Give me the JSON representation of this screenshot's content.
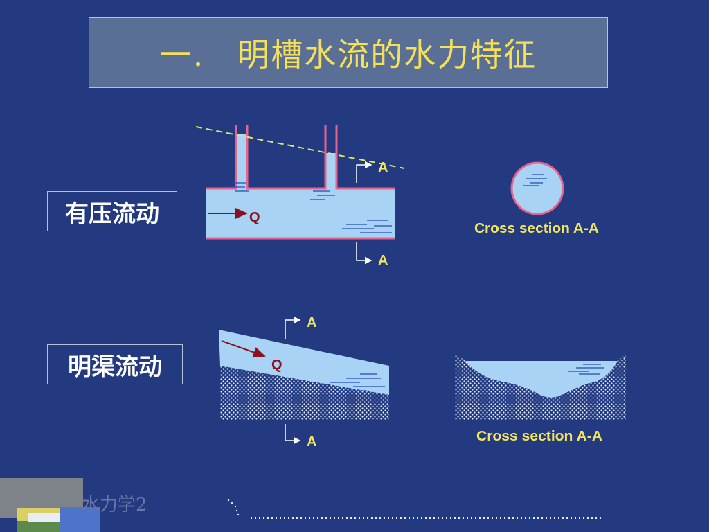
{
  "title": "一.　明槽水流的水力特征",
  "labels": {
    "pressure_flow": "有压流动",
    "open_channel_flow": "明渠流动"
  },
  "pipe_diagram": {
    "flow_label": "Q",
    "section_mark_top": "A",
    "section_mark_bottom": "A",
    "cross_section_caption": "Cross section A-A"
  },
  "channel_diagram": {
    "flow_label": "Q",
    "section_mark_top": "A",
    "section_mark_bottom": "A",
    "cross_section_caption": "Cross section A-A"
  },
  "footer": {
    "course_name": "水力学2"
  },
  "colors": {
    "background": "#233a80",
    "title_text": "#f5e05a",
    "water": "#a9d3f5",
    "pipe_wall": "#e8628e",
    "hydraulic_grade_line": "#e0ec5a",
    "caption": "#f2e55e",
    "flow_arrow": "#8b1020",
    "ripple": "#2548b8",
    "soil": "#e0eafc"
  }
}
